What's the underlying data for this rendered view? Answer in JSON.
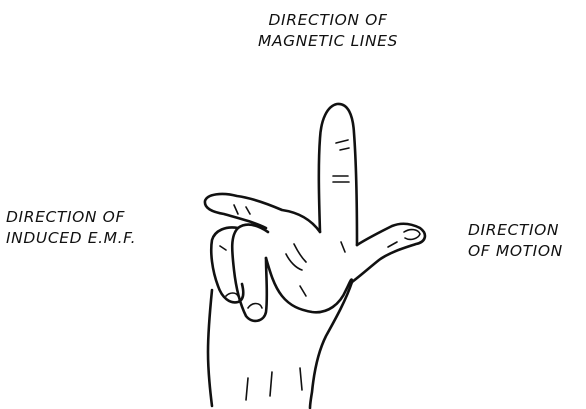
{
  "labels": {
    "magnetic": {
      "line1": "DIRECTION  OF",
      "line2": "MAGNETIC LINES"
    },
    "emf": {
      "line1": "DIRECTION  OF",
      "line2": "INDUCED  E.M.F."
    },
    "motion": {
      "line1": "DIRECTION",
      "line2": "OF MOTION"
    }
  },
  "illustration": {
    "icon": "right-hand-rule-hand-icon",
    "ink_color": "#111111",
    "background_color": "#ffffff"
  }
}
